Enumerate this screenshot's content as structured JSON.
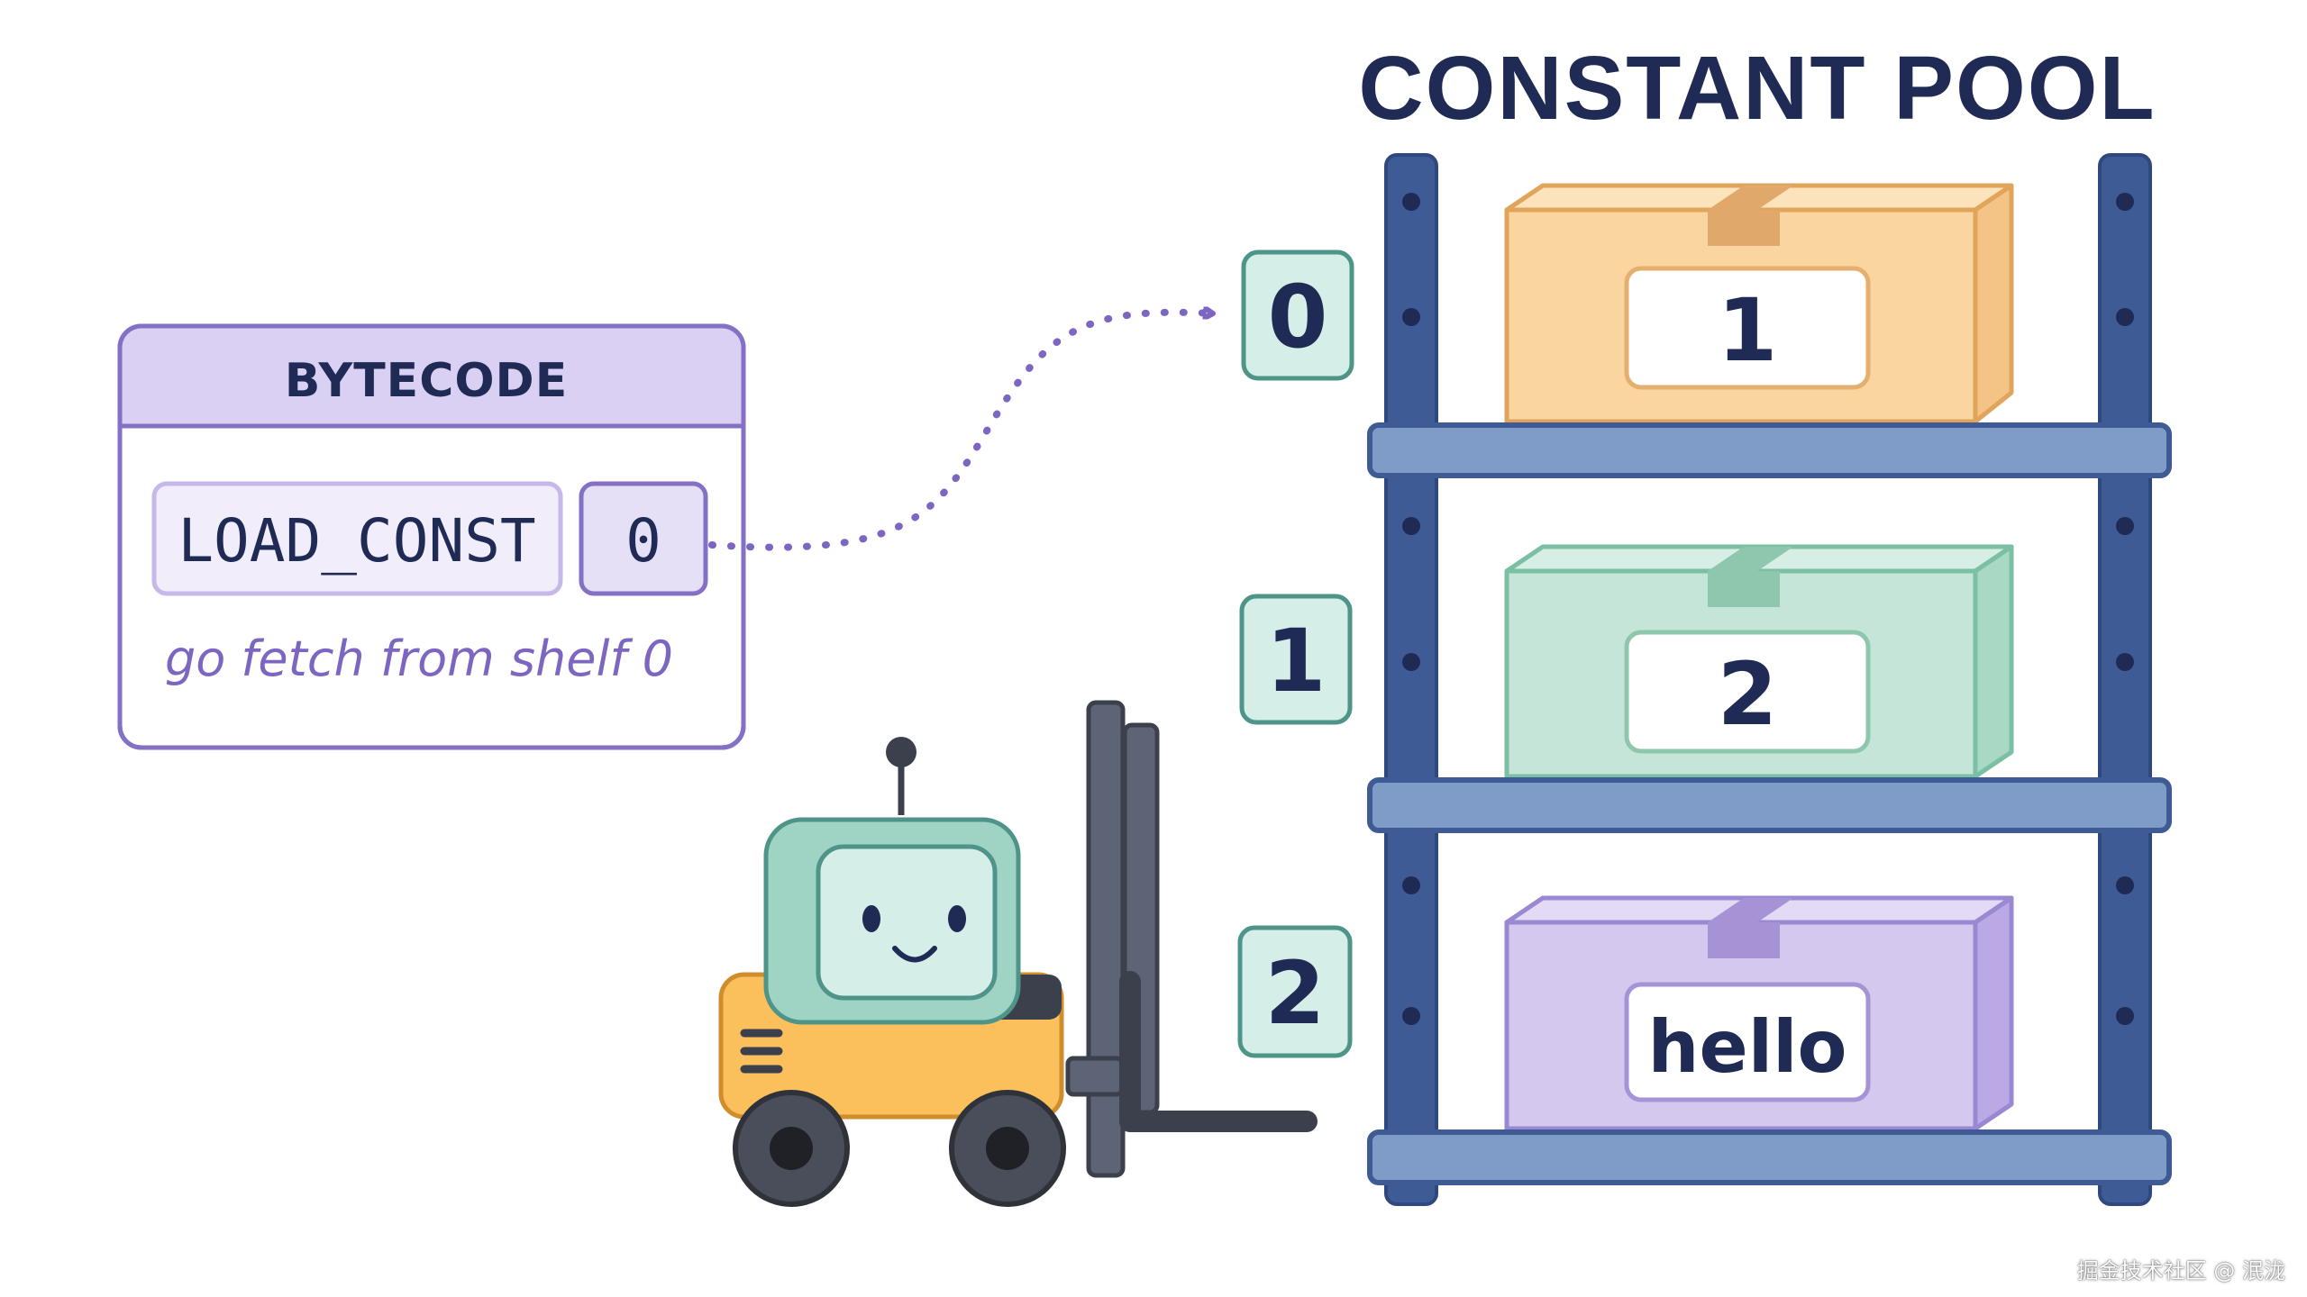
{
  "title": "CONSTANT POOL",
  "bytecode": {
    "header": "BYTECODE",
    "opcode": "LOAD_CONST",
    "operand": "0",
    "note": "go fetch from shelf 0"
  },
  "shelves": [
    {
      "index": "0",
      "value": "1",
      "box_color": "#fbd5a0",
      "box_stroke": "#e0a45a",
      "tape_color": "#e0a86a"
    },
    {
      "index": "1",
      "value": "2",
      "box_color": "#c5e5d8",
      "box_stroke": "#7cc0a4",
      "tape_color": "#8ec6ae"
    },
    {
      "index": "2",
      "value": "hello",
      "box_color": "#d4c8ef",
      "box_stroke": "#9b88d2",
      "tape_color": "#a693d6"
    }
  ],
  "colors": {
    "title": "#1f2a55",
    "rack": "#3e5b96",
    "shelf_board": "#7f9cc8",
    "index_fill": "#d6eee8",
    "index_stroke": "#4e9488",
    "bytecode_header": "#d9d0f3",
    "bytecode_border": "#8471c6",
    "arrow": "#7d66c2",
    "forklift_body": "#fbbf5c",
    "robot_head": "#9fd3c4",
    "mast": "#5d6475"
  },
  "icons": [
    "forklift-icon",
    "robot-icon",
    "dotted-arrow-icon"
  ],
  "watermark": "掘金技术社区 @ 泯泷"
}
